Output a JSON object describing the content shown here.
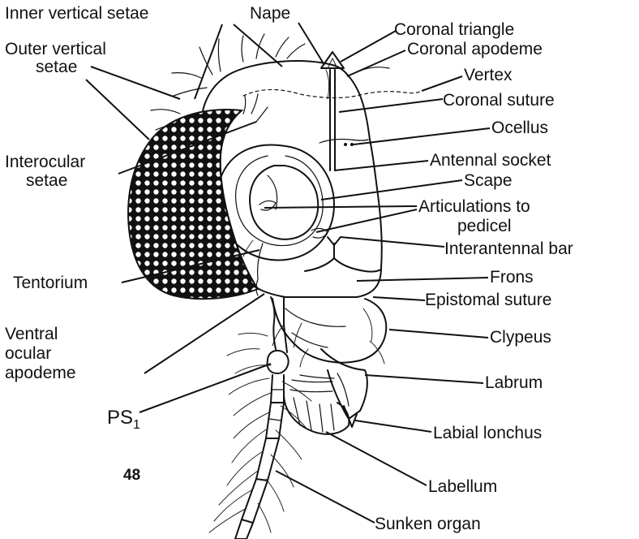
{
  "figure_number": "48",
  "labels": {
    "inner_vertical_setae": "Inner vertical setae",
    "nape": "Nape",
    "coronal_triangle": "Coronal triangle",
    "coronal_apodeme": "Coronal apodeme",
    "outer_vertical_setae_1": "Outer vertical",
    "outer_vertical_setae_2": "setae",
    "vertex": "Vertex",
    "coronal_suture": "Coronal suture",
    "ocellus": "Ocellus",
    "interocular_setae_1": "Interocular",
    "interocular_setae_2": "setae",
    "antennal_socket": "Antennal socket",
    "scape": "Scape",
    "articulations_1": "Articulations to",
    "articulations_2": "pedicel",
    "interantennal_bar": "Interantennal bar",
    "tentorium": "Tentorium",
    "frons": "Frons",
    "epistomal_suture": "Epistomal suture",
    "ventral_ocular_apodeme_1": "Ventral",
    "ventral_ocular_apodeme_2": "ocular",
    "ventral_ocular_apodeme_3": "apodeme",
    "clypeus": "Clypeus",
    "labrum": "Labrum",
    "ps1_main": "PS",
    "ps1_sub": "1",
    "labial_lonchus": "Labial lonchus",
    "labellum": "Labellum",
    "sunken_organ": "Sunken organ"
  }
}
